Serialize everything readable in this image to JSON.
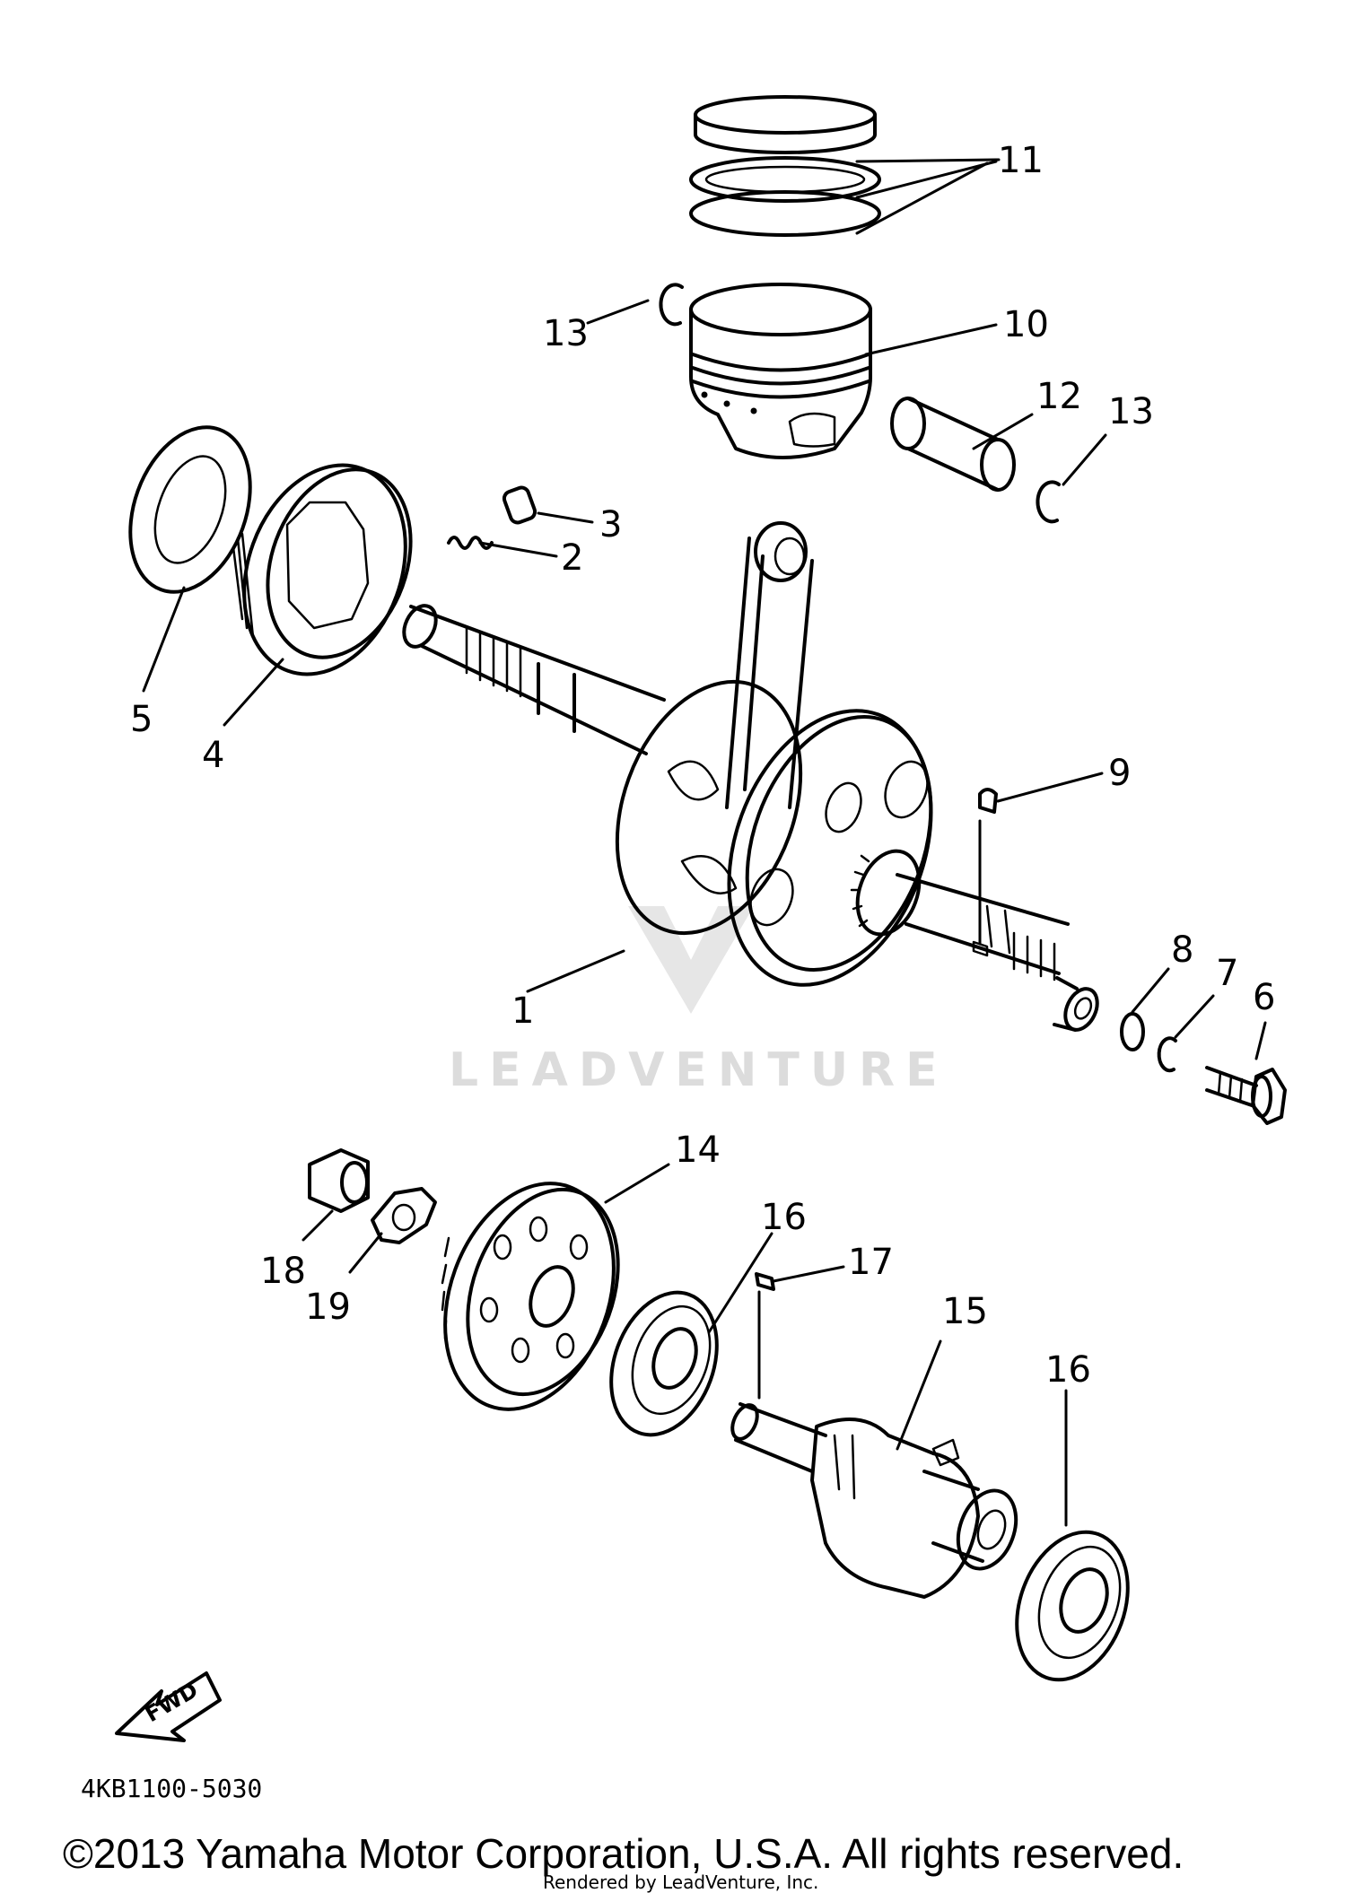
{
  "diagram_code": "4KB1100-5030",
  "copyright": "©2013 Yamaha Motor Corporation, U.S.A. All rights reserved.",
  "rendered_by": "Rendered by LeadVenture, Inc.",
  "watermark": "LEADVENTURE",
  "fwd_label": "FWD",
  "callouts": {
    "c1": "1",
    "c2": "2",
    "c3": "3",
    "c4": "4",
    "c5": "5",
    "c6": "6",
    "c7": "7",
    "c8": "8",
    "c9": "9",
    "c10": "10",
    "c11": "11",
    "c12": "12",
    "c13a": "13",
    "c13b": "13",
    "c14": "14",
    "c15": "15",
    "c16a": "16",
    "c16b": "16",
    "c17": "17",
    "c18": "18",
    "c19": "19"
  }
}
